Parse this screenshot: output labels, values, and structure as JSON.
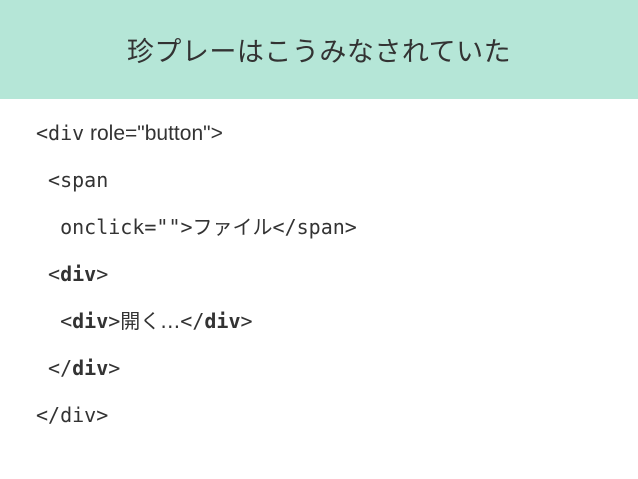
{
  "title": "珍プレーはこうみなされていた",
  "code": {
    "line1_lt": "<",
    "line1_tag": "div",
    "line1_attr": " role=\"button\">",
    "line2_text": " <span",
    "line3_indent": "  ",
    "line3_attr": "onclick=\"\">",
    "line3_text": "ファイル",
    "line3_close": "</span>",
    "line4_prefix": " <",
    "line4_tag": "div",
    "line4_suffix": ">",
    "line5_prefix": "  <",
    "line5_tag": "div",
    "line5_gt": ">",
    "line5_text": "開く…",
    "line5_close_prefix": "</",
    "line5_close_tag": "div",
    "line5_close_suffix": ">",
    "line6_prefix": " </",
    "line6_tag": "div",
    "line6_suffix": ">",
    "line7_text": "</div>"
  }
}
